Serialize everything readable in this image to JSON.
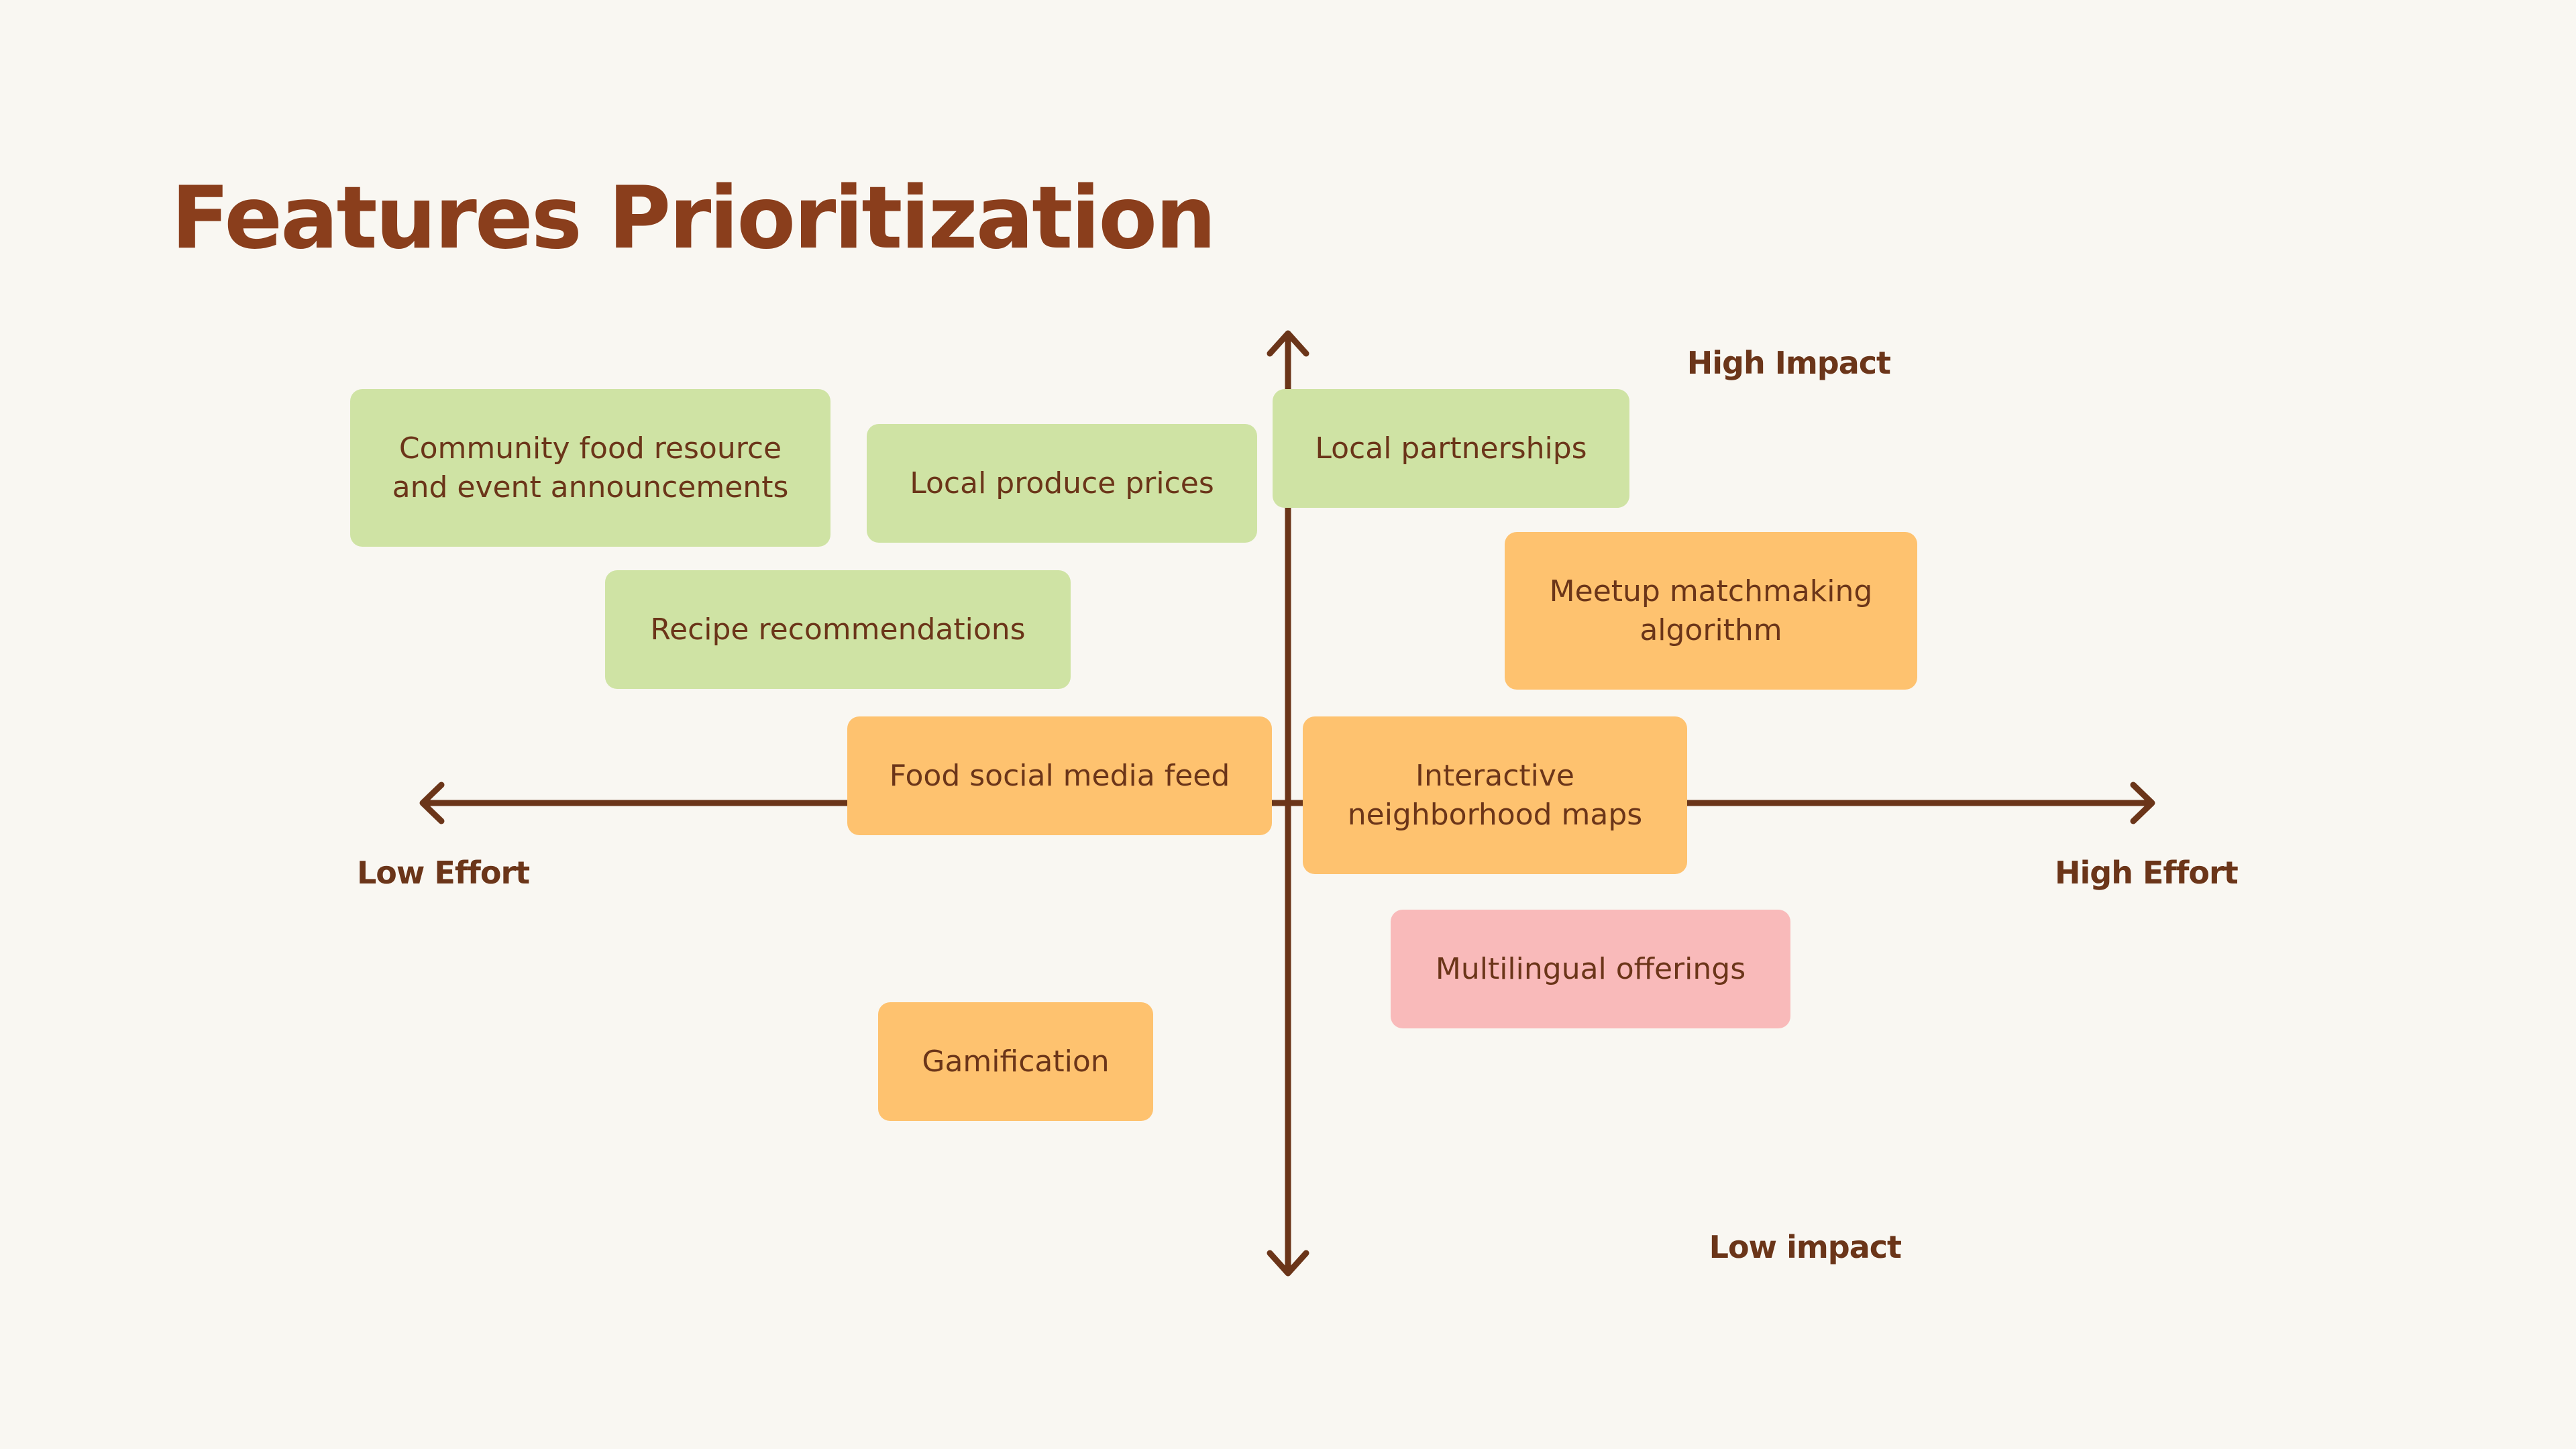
{
  "title": "Features Prioritization",
  "axes": {
    "high_impact": "High Impact",
    "low_impact": "Low impact",
    "low_effort": "Low Effort",
    "high_effort": "High Effort",
    "color": "#6B3519"
  },
  "colors": {
    "background": "#F9F7F2",
    "title": "#8A3E1C",
    "green_card": "#CFE3A4",
    "orange_card": "#FEC26F",
    "pink_card": "#F9BABA"
  },
  "features": {
    "community_food": "Community food resource and event announcements",
    "local_produce": "Local produce prices",
    "local_partnerships": "Local partnerships",
    "recipe": "Recipe recommendations",
    "meetup": "Meetup matchmaking algorithm",
    "food_social": "Food social media feed",
    "interactive_maps": "Interactive neighborhood maps",
    "multilingual": "Multilingual offerings",
    "gamification": "Gamification"
  }
}
